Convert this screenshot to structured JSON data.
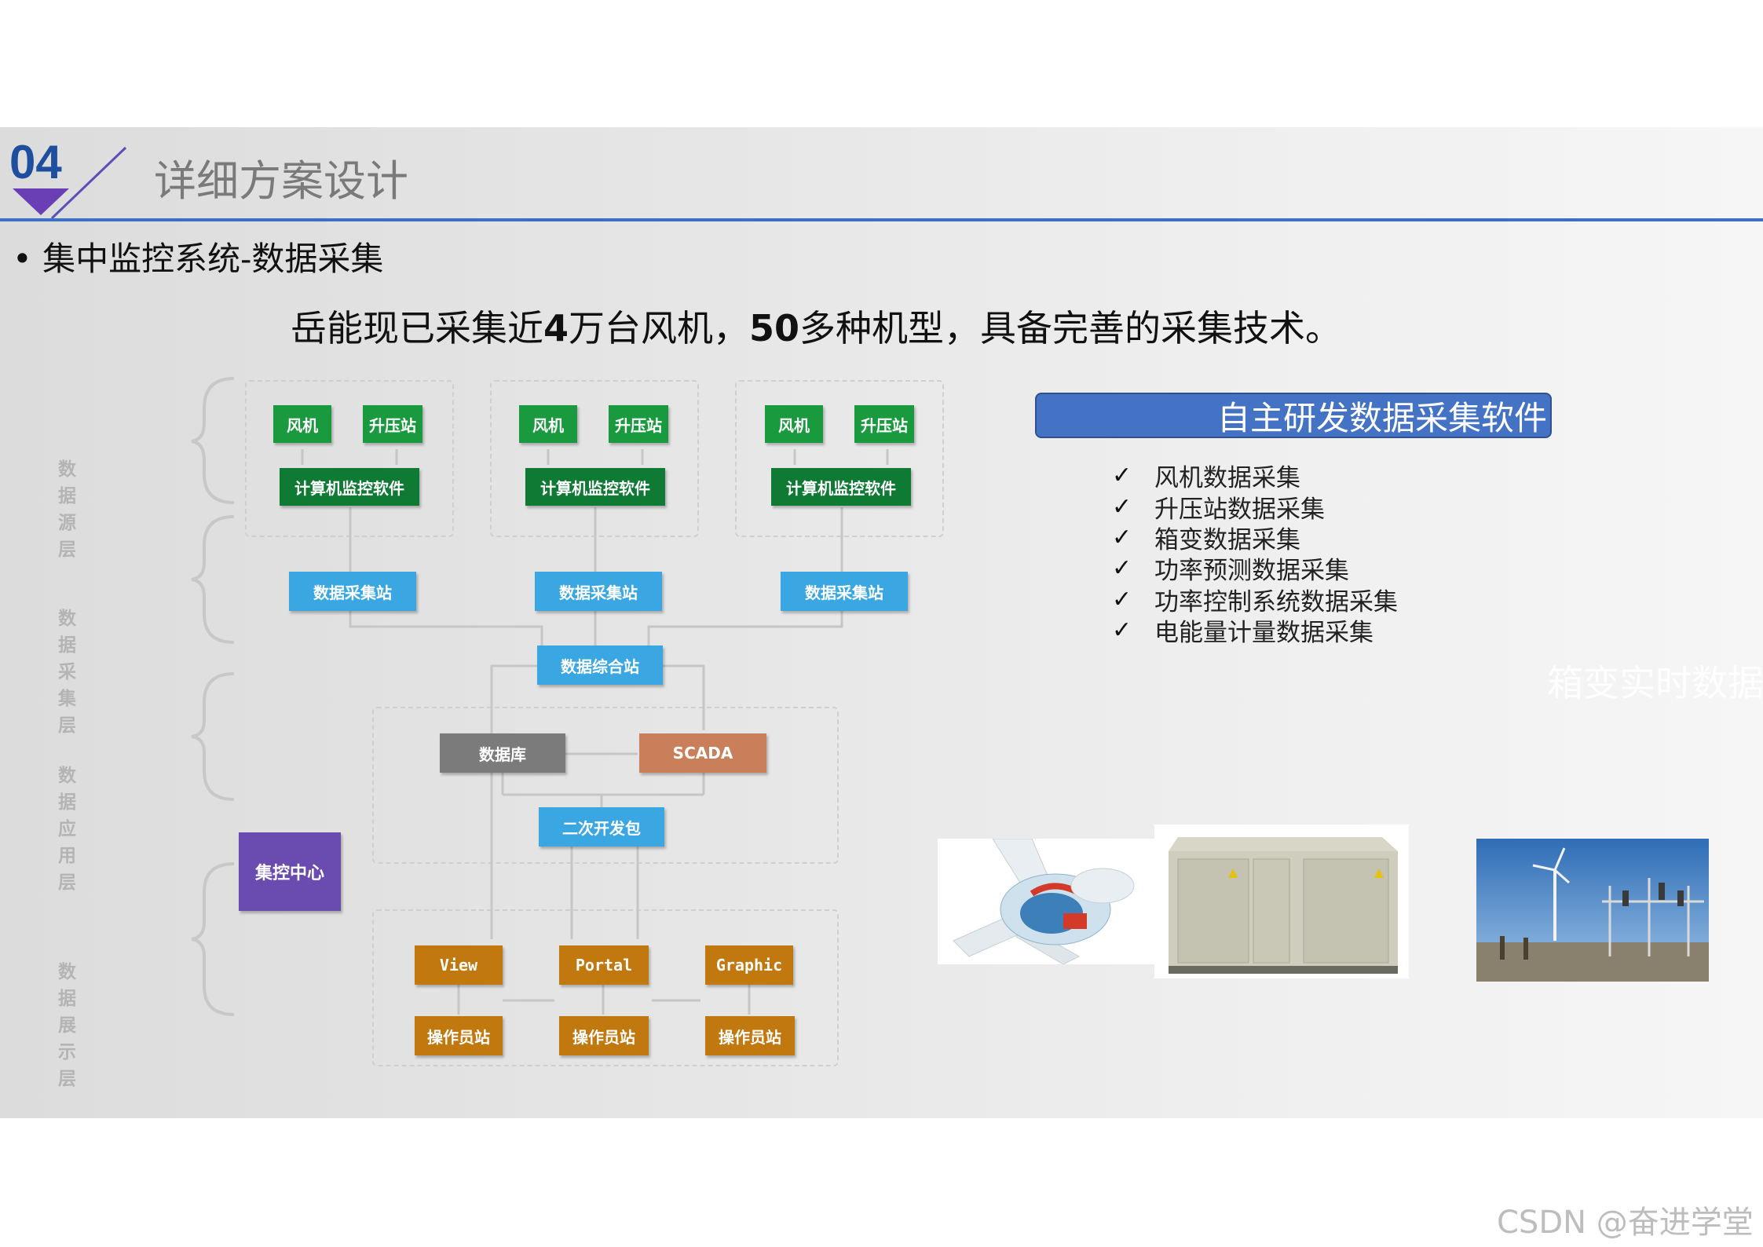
{
  "header": {
    "section_number": "04",
    "section_title": "详细方案设计",
    "bullet": "集中监控系统-数据采集"
  },
  "headline": {
    "part1": "岳能现已采集近",
    "num1": "4",
    "part2": "万台风机，",
    "num2": "50",
    "part3": "多种机型，具备完善的采集技术。"
  },
  "diagram": {
    "layers": [
      "数据源层",
      "数据采集层",
      "数据应用层",
      "数据展示层"
    ],
    "source_groups": [
      {
        "wind": "风机",
        "station": "升压站",
        "software": "计算机监控软件"
      },
      {
        "wind": "风机",
        "station": "升压站",
        "software": "计算机监控软件"
      },
      {
        "wind": "风机",
        "station": "升压站",
        "software": "计算机监控软件"
      }
    ],
    "collect_stations": [
      "数据采集站",
      "数据采集站",
      "数据采集站"
    ],
    "integrated_station": "数据综合站",
    "database": "数据库",
    "scada": "SCADA",
    "sdk": "二次开发包",
    "control_center": "集控中心",
    "display": [
      "View",
      "Portal",
      "Graphic"
    ],
    "operator_stations": [
      "操作员站",
      "操作员站",
      "操作员站"
    ]
  },
  "software": {
    "title": "自主研发数据采集软件",
    "check_symbol": "✓",
    "features": [
      "风机数据采集",
      "升压站数据采集",
      "箱变数据采集",
      "功率预测数据采集",
      "功率控制系统数据采集",
      "电能量计量数据采集"
    ]
  },
  "overlay_text": "箱变实时数据",
  "watermark": "CSDN @奋进学堂",
  "colors": {
    "accent_blue": "#3e6fc4",
    "green": "#1a9a3e",
    "sky": "#3aa7e3",
    "brown": "#c0780f",
    "purple": "#6a4bb0"
  }
}
